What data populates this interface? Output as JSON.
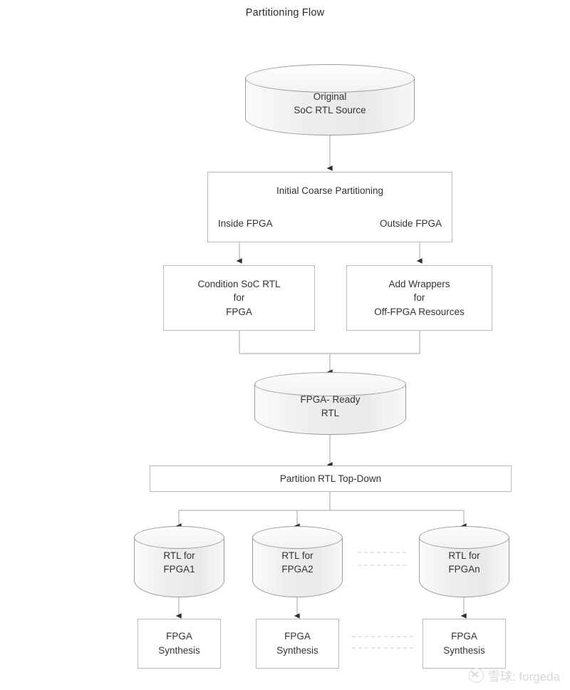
{
  "title": "Partitioning Flow",
  "colors": {
    "node_stroke": "#b9b9b9",
    "cylinder_stroke": "#9b9b9b",
    "cylinder_fill": "#eeeeee",
    "connector": "#b5b5b5",
    "arrowhead": "#333333",
    "text": "#333333",
    "watermark": "#d8d8d8",
    "background": "#ffffff"
  },
  "nodes": {
    "original_source": {
      "line1": "Original",
      "line2": "SoC RTL Source"
    },
    "coarse_partition": {
      "title": "Initial Coarse Partitioning",
      "left_label": "Inside FPGA",
      "right_label": "Outside FPGA"
    },
    "condition_rtl": {
      "line1": "Condition SoC RTL",
      "line2": "for",
      "line3": "FPGA"
    },
    "add_wrappers": {
      "line1": "Add Wrappers",
      "line2": "for",
      "line3": "Off-FPGA Resources"
    },
    "fpga_ready": {
      "line1": "FPGA- Ready",
      "line2": "RTL"
    },
    "partition_topdown": {
      "label": "Partition RTL Top-Down"
    },
    "rtl_fpga1": {
      "line1": "RTL for",
      "line2": "FPGA1"
    },
    "rtl_fpga2": {
      "line1": "RTL for",
      "line2": "FPGA2"
    },
    "rtl_fpgan": {
      "line1": "RTL for",
      "line2": "FPGAn"
    },
    "synthesis1": {
      "line1": "FPGA",
      "line2": "Synthesis"
    },
    "synthesis2": {
      "line1": "FPGA",
      "line2": "Synthesis"
    },
    "synthesis3": {
      "line1": "FPGA",
      "line2": "Synthesis"
    }
  },
  "watermark": {
    "text": "雪球: forgeda",
    "logo": "snowball-logo-icon"
  }
}
